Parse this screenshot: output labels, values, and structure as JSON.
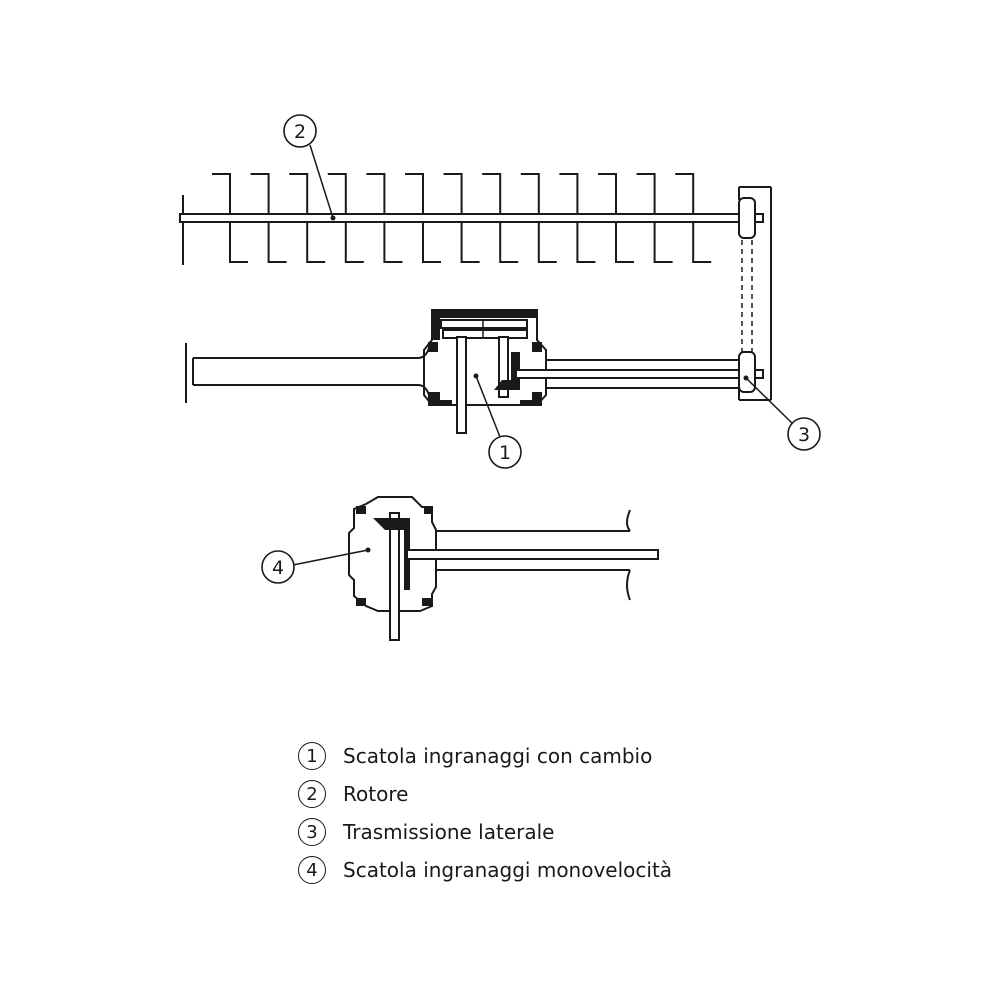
{
  "legend": [
    {
      "num": "1",
      "label": "Scatola ingranaggi con cambio"
    },
    {
      "num": "2",
      "label": "Rotore"
    },
    {
      "num": "3",
      "label": "Trasmissione laterale"
    },
    {
      "num": "4",
      "label": "Scatola ingranaggi monovelocità"
    }
  ],
  "callouts": {
    "c1": "1",
    "c2": "2",
    "c3": "3",
    "c4": "4"
  },
  "colors": {
    "line": "#1a1a1a",
    "background": "#ffffff"
  }
}
